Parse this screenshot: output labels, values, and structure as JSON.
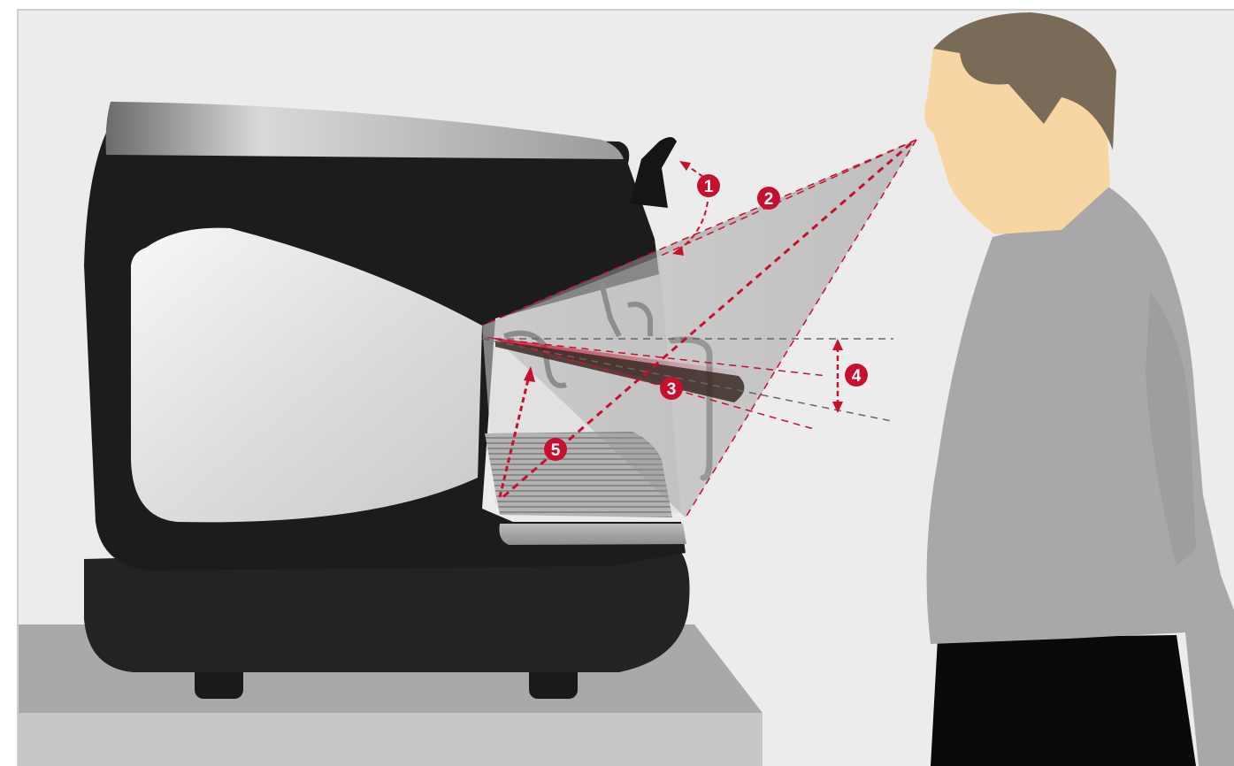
{
  "colors": {
    "background": "#ececec",
    "accent_red": "#c8102e",
    "counter_top": "#a9a9a9",
    "counter_front": "#c7c7c7",
    "person_skin": "#f7d6a3",
    "person_hair": "#7a6a58",
    "person_shirt": "#a8a8a8",
    "person_pants": "#0a0a0a",
    "machine_body": "#1c1c1c",
    "machine_panel": "#e6e6e6"
  },
  "markers": [
    {
      "number": "1"
    },
    {
      "number": "2"
    },
    {
      "number": "3"
    },
    {
      "number": "4"
    },
    {
      "number": "5"
    }
  ],
  "icons": {
    "machine": "espresso-machine-illustration",
    "person": "barista-silhouette",
    "counter": "counter-block"
  }
}
